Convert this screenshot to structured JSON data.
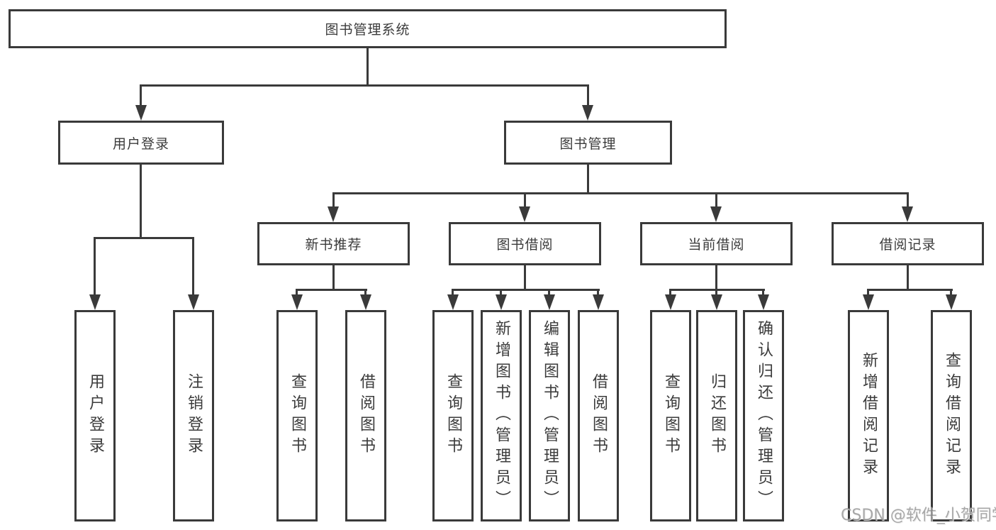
{
  "diagram": {
    "type": "hierarchy-tree",
    "title": "图书管理系统"
  },
  "tree": {
    "root": {
      "label": "图书管理系统"
    },
    "children": [
      {
        "label": "用户登录",
        "children": [
          {
            "label": "用户登录"
          },
          {
            "label": "注销登录"
          }
        ]
      },
      {
        "label": "图书管理",
        "children": [
          {
            "label": "新书推荐",
            "children": [
              {
                "label": "查询图书"
              },
              {
                "label": "借阅图书"
              }
            ]
          },
          {
            "label": "图书借阅",
            "children": [
              {
                "label": "查询图书"
              },
              {
                "label": "新增图书（管理员）"
              },
              {
                "label": "编辑图书（管理员）"
              },
              {
                "label": "借阅图书"
              }
            ]
          },
          {
            "label": "当前借阅",
            "children": [
              {
                "label": "查询图书"
              },
              {
                "label": "归还图书"
              },
              {
                "label": "确认归还（管理员）"
              }
            ]
          },
          {
            "label": "借阅记录",
            "children": [
              {
                "label": "新增借阅记录"
              },
              {
                "label": "查询借阅记录"
              }
            ]
          }
        ]
      }
    ]
  },
  "watermark": "CSDN @软件_小贺同学",
  "colors": {
    "line": "#3a3a3a",
    "text": "#3b3b3b",
    "watermark": "#999999",
    "background": "#ffffff"
  }
}
